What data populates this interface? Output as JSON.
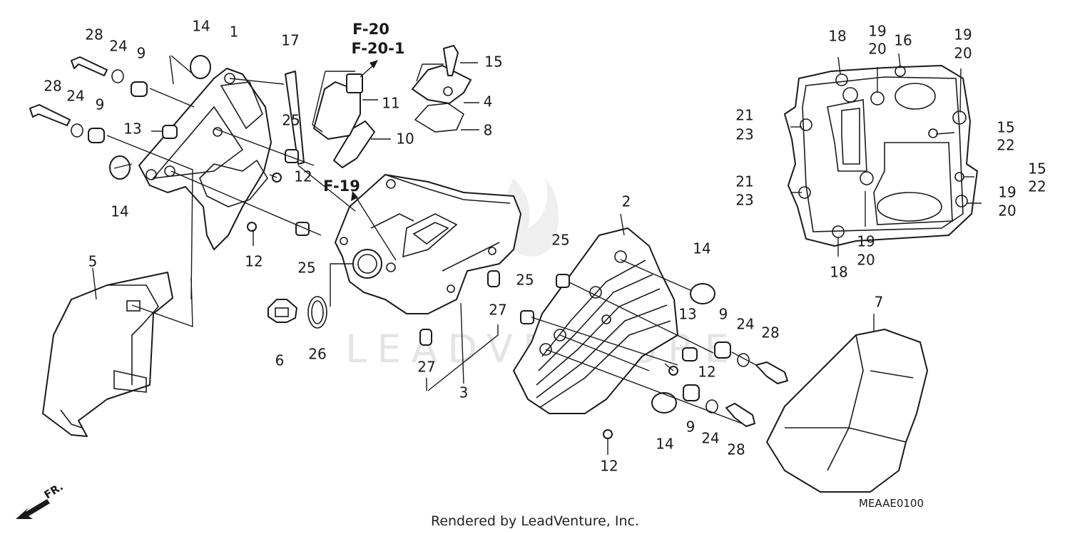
{
  "diagram": {
    "watermark": "LEADVENTURE",
    "credit": "Rendered by LeadVenture, Inc.",
    "diagram_code": "MEAAE0100",
    "front_label": "FR.",
    "refs": [
      "F-20",
      "F-20-1",
      "F-19"
    ],
    "callouts": [
      "28",
      "24",
      "9",
      "14",
      "1",
      "17",
      "15",
      "11",
      "4",
      "8",
      "10",
      "28",
      "24",
      "9",
      "13",
      "25",
      "14",
      "12",
      "12",
      "25",
      "5",
      "6",
      "26",
      "3",
      "27",
      "27",
      "2",
      "25",
      "14",
      "25",
      "13",
      "9",
      "24",
      "28",
      "12",
      "12",
      "14",
      "9",
      "24",
      "28",
      "7",
      "18",
      "19",
      "20",
      "16",
      "19",
      "20",
      "21",
      "23",
      "15",
      "22",
      "21",
      "23",
      "15",
      "22",
      "19",
      "20",
      "19",
      "20",
      "18"
    ]
  }
}
